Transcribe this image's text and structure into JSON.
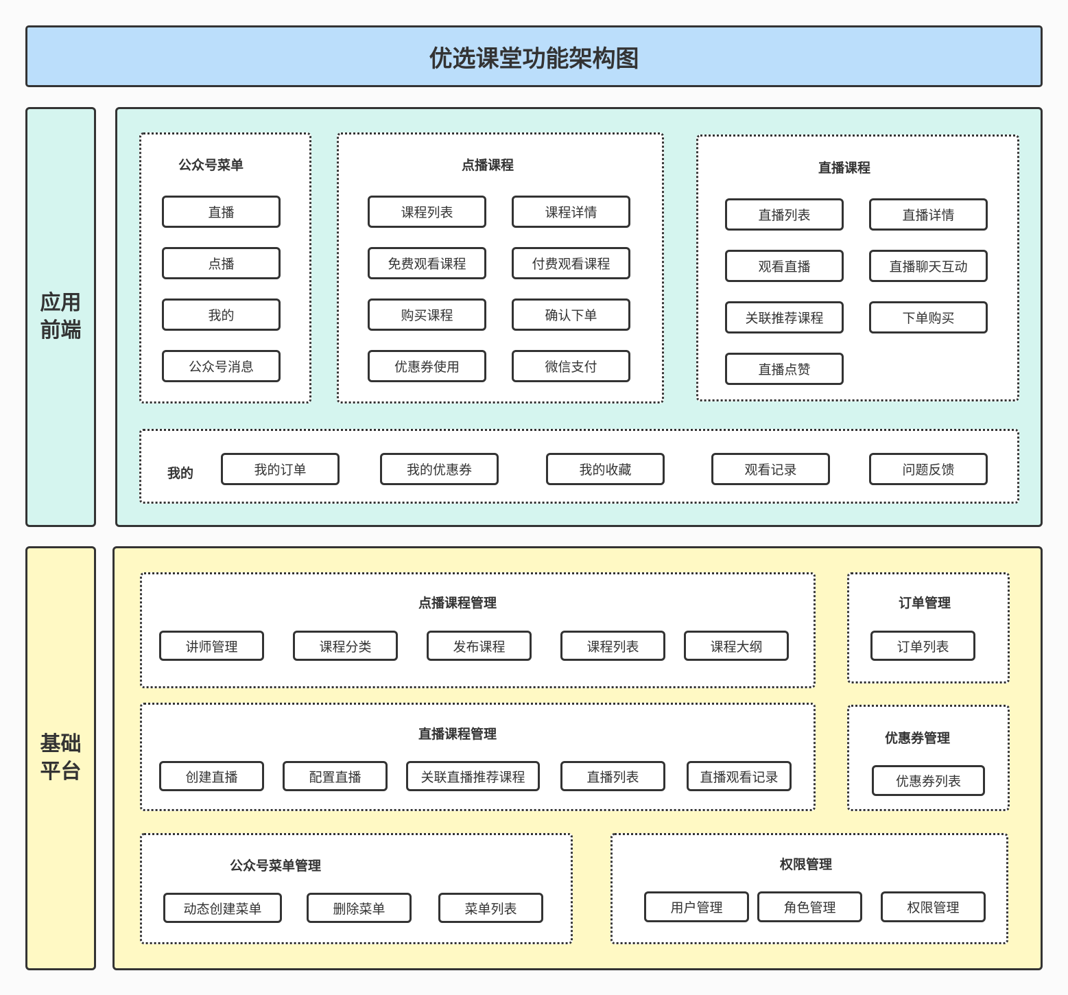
{
  "title": "优选课堂功能架构图",
  "colors": {
    "title_fill": "#bbdefb",
    "front_fill": "#d5f5ef",
    "base_fill": "#fff9c4",
    "node_fill": "#ffffff",
    "stroke": "#333333"
  },
  "frontend": {
    "label": "应用前端",
    "menu": {
      "title": "公众号菜单",
      "items": [
        "直播",
        "点播",
        "我的",
        "公众号消息"
      ]
    },
    "vod": {
      "title": "点播课程",
      "items": [
        "课程列表",
        "课程详情",
        "免费观看课程",
        "付费观看课程",
        "购买课程",
        "确认下单",
        "优惠券使用",
        "微信支付"
      ]
    },
    "live": {
      "title": "直播课程",
      "items": [
        "直播列表",
        "直播详情",
        "观看直播",
        "直播聊天互动",
        "关联推荐课程",
        "下单购买",
        "直播点赞"
      ]
    },
    "mine": {
      "title": "我的",
      "items": [
        "我的订单",
        "我的优惠券",
        "我的收藏",
        "观看记录",
        "问题反馈"
      ]
    }
  },
  "platform": {
    "label": "基础平台",
    "vod_mgmt": {
      "title": "点播课程管理",
      "items": [
        "讲师管理",
        "课程分类",
        "发布课程",
        "课程列表",
        "课程大纲"
      ]
    },
    "order_mgmt": {
      "title": "订单管理",
      "items": [
        "订单列表"
      ]
    },
    "live_mgmt": {
      "title": "直播课程管理",
      "items": [
        "创建直播",
        "配置直播",
        "关联直播推荐课程",
        "直播列表",
        "直播观看记录"
      ]
    },
    "coupon_mgmt": {
      "title": "优惠券管理",
      "items": [
        "优惠券列表"
      ]
    },
    "menu_mgmt": {
      "title": "公众号菜单管理",
      "items": [
        "动态创建菜单",
        "删除菜单",
        "菜单列表"
      ]
    },
    "perm_mgmt": {
      "title": "权限管理",
      "items": [
        "用户管理",
        "角色管理",
        "权限管理"
      ]
    }
  }
}
